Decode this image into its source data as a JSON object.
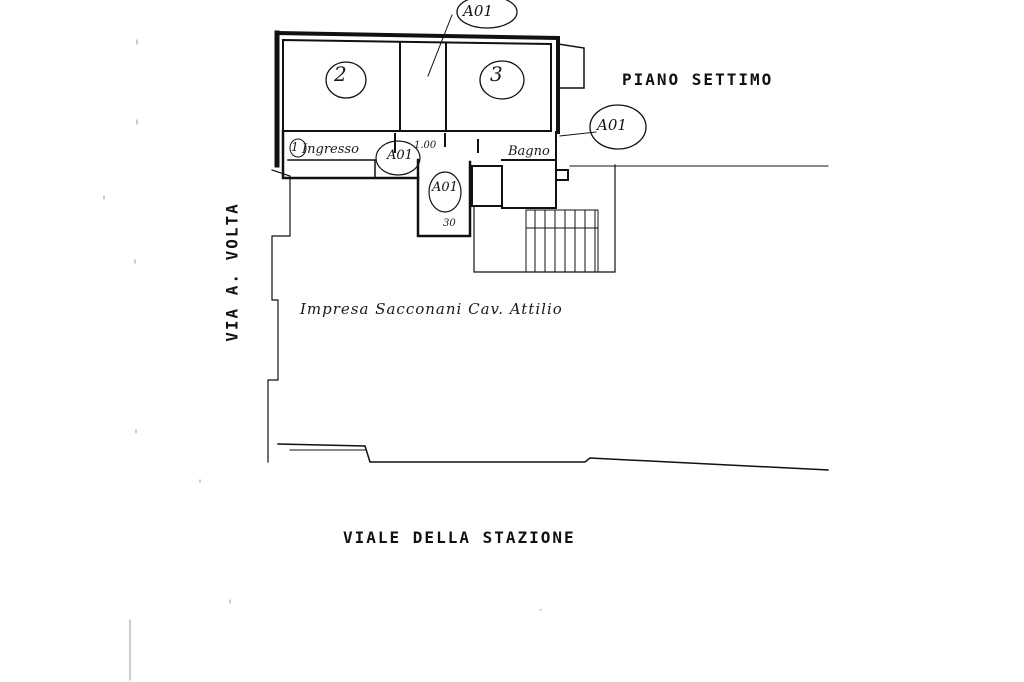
{
  "plan": {
    "floor_label": "PIANO SETTIMO",
    "street_bottom": "VIALE DELLA STAZIONE",
    "street_left": "VIA A. VOLTA",
    "company_label": "Impresa Sacconani Cav. Attilio",
    "rooms": {
      "room_2": "2",
      "room_3": "3",
      "room_1": "1",
      "room_1_name": "Ingresso",
      "bath": "Bagno"
    },
    "dimensions": {
      "dim_a": "1.00",
      "dim_b": "30"
    },
    "tags": {
      "top": "A01",
      "right": "A01",
      "mid": "A01",
      "low": "A01"
    }
  }
}
